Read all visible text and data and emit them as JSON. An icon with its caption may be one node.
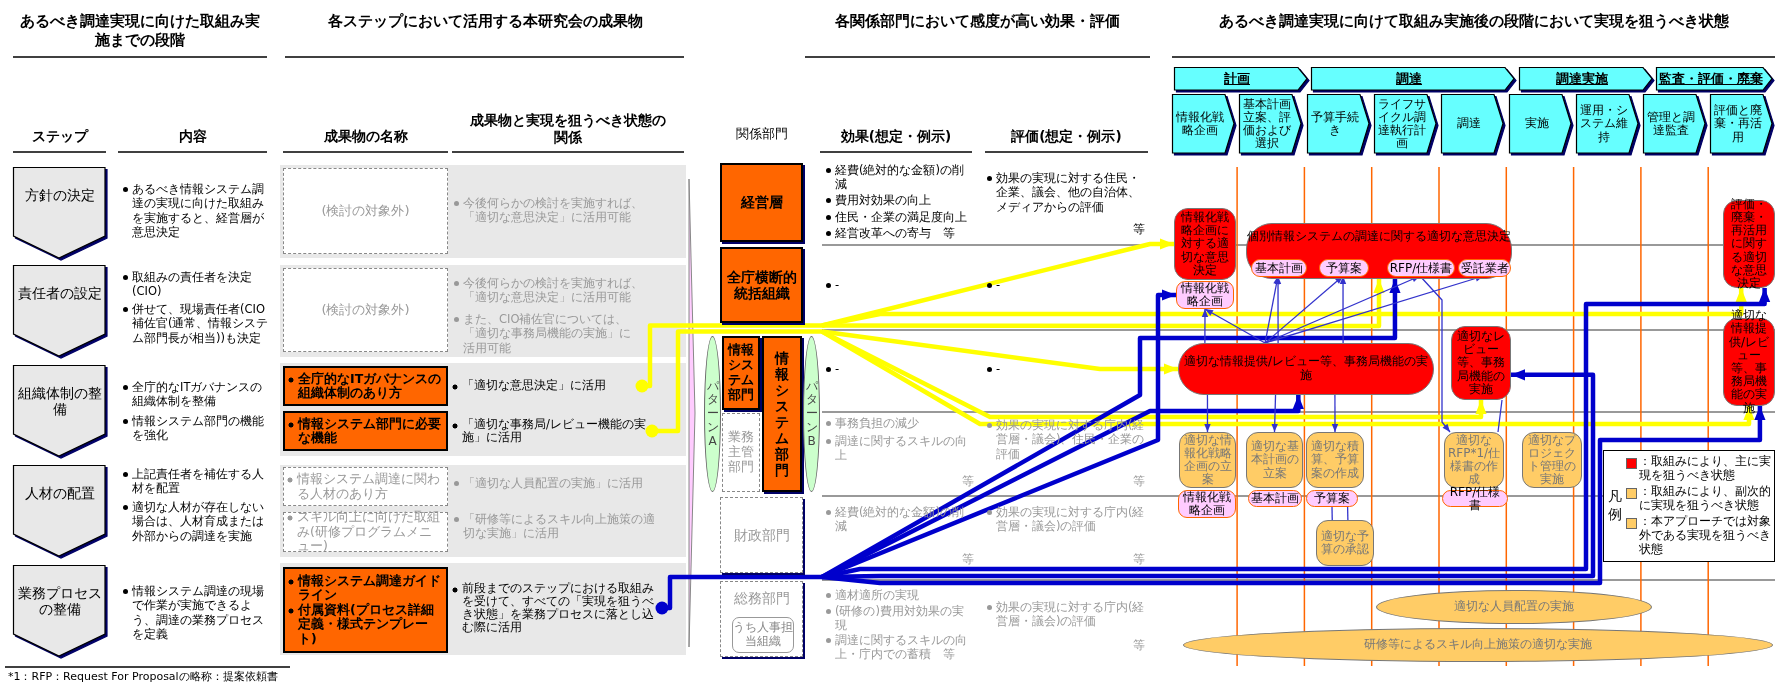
{
  "diagram": {
    "nodes": [
      {
        "text": [
          "方針の決定"
        ]
      },
      {
        "text": [
          "責任者の設定"
        ]
      },
      {
        "text": [
          "組織体制の整備"
        ]
      },
      {
        "text": [
          "人材の配置"
        ]
      },
      {
        "text": [
          "業務プロセスの整備"
        ]
      },
      {
        "text": [
          "(検討の対象外)"
        ]
      },
      {
        "text": [
          "(検討の対象外)"
        ]
      },
      {
        "text": [
          "全庁的なITガバナンスの組織体制のあり方"
        ]
      },
      {
        "text": [
          "情報システム部門に必要な機能"
        ]
      },
      {
        "text": [
          "情報システム調達に関わる人材のあり方"
        ]
      },
      {
        "text": [
          "スキル向上に向けた取組み(研修プログラムメニュー)"
        ]
      },
      {
        "text": [
          "情報システム調達ガイドライン",
          "付属資料(プロセス詳細定義・様式テンプレート)"
        ]
      },
      {
        "text": [
          "「適切な意思決定」に活用"
        ]
      },
      {
        "text": [
          "「適切な事務局/レビュー機能の実施」に活用"
        ]
      },
      {
        "text": [
          "前段までのステップにおける取組みを受けて、すべての「実現を狙うべき状態」を業務プロセスに落とし込む際に活用"
        ]
      },
      {
        "text": [
          "経営層"
        ]
      },
      {
        "text": [
          "全庁横断的統括組織"
        ]
      },
      {
        "text": [
          "パターンA"
        ]
      },
      {
        "text": [
          "情報システム部門"
        ]
      },
      {
        "text": [
          "業務主管部門"
        ]
      },
      {
        "text": [
          "情報システム部門"
        ]
      },
      {
        "text": [
          "パターンB"
        ]
      },
      {
        "text": [
          "財政部門"
        ]
      },
      {
        "text": [
          "総務部門"
        ]
      },
      {
        "text": [
          "うち人事担当組織"
        ],
        "in": 23
      },
      {
        "text": [
          "計画"
        ]
      },
      {
        "text": [
          "調達"
        ]
      },
      {
        "text": [
          "調達実施"
        ]
      },
      {
        "text": [
          "監査・評価・廃棄"
        ]
      },
      {
        "text": [
          "情報化戦略企画"
        ]
      },
      {
        "text": [
          "基本計画立案、評価および選択"
        ]
      },
      {
        "text": [
          "予算手続き"
        ]
      },
      {
        "text": [
          "ライフサイクル調達執行計画"
        ]
      },
      {
        "text": [
          "調達"
        ]
      },
      {
        "text": [
          "実施"
        ]
      },
      {
        "text": [
          "運用・システム維持"
        ]
      },
      {
        "text": [
          "管理と調達監査"
        ]
      },
      {
        "text": [
          "評価と廃棄・再活用"
        ]
      },
      {
        "text": [
          "情報化戦略企画に対する適切な意思決定"
        ]
      },
      {
        "text": [
          "情報化戦略企画"
        ]
      },
      {
        "text": [
          "個別情報システムの調達に関する適切な意思決定"
        ]
      },
      {
        "text": [
          "基本計画"
        ],
        "in": 40
      },
      {
        "text": [
          "予算案"
        ],
        "in": 40
      },
      {
        "text": [
          "RFP/仕様書"
        ],
        "in": 40
      },
      {
        "text": [
          "受託業者"
        ],
        "in": 40
      },
      {
        "text": [
          "評価・廃棄・再活用に関する適切な意思決定"
        ]
      },
      {
        "text": [
          "適切な情報提供/レビュー等、事務局機能の実施"
        ]
      },
      {
        "text": [
          "適切なレビュー等、事務局機能の実施"
        ]
      },
      {
        "text": [
          "適切な情報提供/レビュー等、事務局機能の実施"
        ]
      },
      {
        "text": [
          "適切な情報化戦略企画の立案"
        ]
      },
      {
        "text": [
          "適切な基本計画の立案"
        ]
      },
      {
        "text": [
          "適切な積算、予算案の作成"
        ]
      },
      {
        "text": [
          "適切なRFP*1/仕様書の作成"
        ]
      },
      {
        "text": [
          "適切なプロジェクト管理の実施"
        ]
      },
      {
        "text": [
          "情報化戦略企画"
        ]
      },
      {
        "text": [
          "基本計画"
        ]
      },
      {
        "text": [
          "予算案"
        ]
      },
      {
        "text": [
          "RFP/仕様書"
        ]
      },
      {
        "text": [
          "適切な予算の承認"
        ]
      },
      {
        "text": [
          "適切な人員配置の実施"
        ]
      },
      {
        "text": [
          "研修等によるスキル向上施策の適切な実施"
        ]
      }
    ],
    "edges": [
      {
        "from": 12,
        "to": 38,
        "arrow": "to",
        "style": "thick",
        "color": "#ffff00"
      },
      {
        "from": 12,
        "to": 40,
        "arrow": "to",
        "style": "thick",
        "color": "#ffff00"
      },
      {
        "from": 12,
        "to": 45,
        "arrow": "to",
        "style": "thick",
        "color": "#ffff00"
      },
      {
        "from": 13,
        "to": 46,
        "arrow": "to",
        "style": "thick",
        "color": "#ffff00"
      },
      {
        "from": 13,
        "to": 47,
        "arrow": "to",
        "style": "thick",
        "color": "#ffff00"
      },
      {
        "from": 13,
        "to": 48,
        "arrow": "to",
        "style": "thick",
        "color": "#ffff00"
      },
      {
        "from": 14,
        "to": 39,
        "arrow": "to",
        "style": "thick",
        "color": "#0000cc"
      },
      {
        "from": 14,
        "to": 40,
        "arrow": "to",
        "style": "thick",
        "color": "#0000cc"
      },
      {
        "from": 14,
        "to": 45,
        "arrow": "to",
        "style": "thick",
        "color": "#0000cc"
      },
      {
        "from": 14,
        "to": 46,
        "arrow": "to",
        "style": "thick",
        "color": "#0000cc"
      },
      {
        "from": 14,
        "to": 47,
        "arrow": "to",
        "style": "thick",
        "color": "#0000cc"
      },
      {
        "from": 14,
        "to": 48,
        "arrow": "to",
        "style": "thick",
        "color": "#0000cc"
      },
      {
        "from": 46,
        "to": 39,
        "arrow": "to"
      },
      {
        "from": 46,
        "to": 41,
        "arrow": "to"
      },
      {
        "from": 46,
        "to": 42,
        "arrow": "to"
      },
      {
        "from": 46,
        "to": 43,
        "arrow": "to"
      },
      {
        "from": 46,
        "to": 44,
        "arrow": "to"
      },
      {
        "from": 43,
        "to": 52,
        "arrow": "to"
      },
      {
        "from": 46,
        "to": 49,
        "arrow": "to"
      },
      {
        "from": 46,
        "to": 50,
        "arrow": "to"
      },
      {
        "from": 46,
        "to": 51,
        "arrow": "to"
      },
      {
        "from": 56,
        "to": 58,
        "arrow": "none"
      },
      {
        "from": 52,
        "to": 47,
        "arrow": "none"
      },
      {
        "from": 46,
        "to": 39,
        "arrow": "to"
      },
      {
        "from": 46,
        "to": 41,
        "arrow": "to"
      },
      {
        "from": 46,
        "to": 42,
        "arrow": "to"
      },
      {
        "from": 56,
        "to": 58,
        "arrow": "none"
      }
    ],
    "labels": [
      "あるべき調達実現に向けた取組み実施までの段階",
      "各ステップにおいて活用する本研究会の成果物",
      "各関係部門において感度が高い効果・評価",
      "あるべき調達実現に向けて取組み実施後の段階において実現を狙うべき状態",
      "ステップ",
      "内容",
      "成果物の名称",
      "成果物と実現を狙うべき状態の関係",
      "関係部門",
      "効果(想定・例示)",
      "評価(想定・例示)",
      "あるべき情報システム調達の実現に向けた取組みを実施すると、経営層が意思決定",
      "取組みの責任者を決定(CIO)",
      "併せて、現場責任者(CIO補佐官(通常、情報システム部門長が相当))も決定",
      "全庁的なITガバナンスの組織体制を整備",
      "情報システム部門の機能を強化",
      "上記責任者を補佐する人材を配置",
      "適切な人材が存在しない場合は、人材育成または外部からの調達を実施",
      "情報システム調達の現場で作業が実施できるよう、調達の業務プロセスを定義",
      "今後何らかの検討を実施すれば、「適切な意思決定」に活用可能",
      "今後何らかの検討を実施すれば、「適切な意思決定」に活用可能",
      "また、CIO補佐官については、「適切な事務局機能の実施」に活用可能",
      "「適切な人員配置の実施」に活用",
      "「研修等によるスキル向上施策の適切な実施」に活用",
      "経費(絶対的な金額)の削減",
      "費用対効果の向上",
      "住民・企業の満足度向上",
      "経営改革への寄与　等",
      "効果の実現に対する住民・企業、議会、他の自治体、メディアからの評価",
      "等",
      "-",
      "-",
      "-",
      "-",
      "事務負担の減少",
      "調達に関するスキルの向上",
      "等",
      "効果の実現に対する庁内(経営層・議会)、住民・企業の評価",
      "等",
      "経費(絶対的な金額)の削減",
      "等",
      "効果の実現に対する庁内(経営層・議会)の評価",
      "等",
      "適材適所の実現",
      "(研修の)費用対効果の実現",
      "調達に関するスキルの向上・庁内での蓄積　等",
      "効果の実現に対する庁内(経営層・議会)の評価",
      "等",
      "凡例",
      "*1：RFP：Request For Proposalの略称：提案依頼書"
    ],
    "legend": [
      {
        "text": "：取組みにより、主に実現を狙うべき状態",
        "color": "#ff0000"
      },
      {
        "text": "：取組みにより、副次的に実現を狙うべき状態",
        "color": "#ffcc66"
      },
      {
        "text": "：本アプローチでは対象外である実現を狙うべき状態",
        "color": "#ffcc66"
      }
    ]
  }
}
